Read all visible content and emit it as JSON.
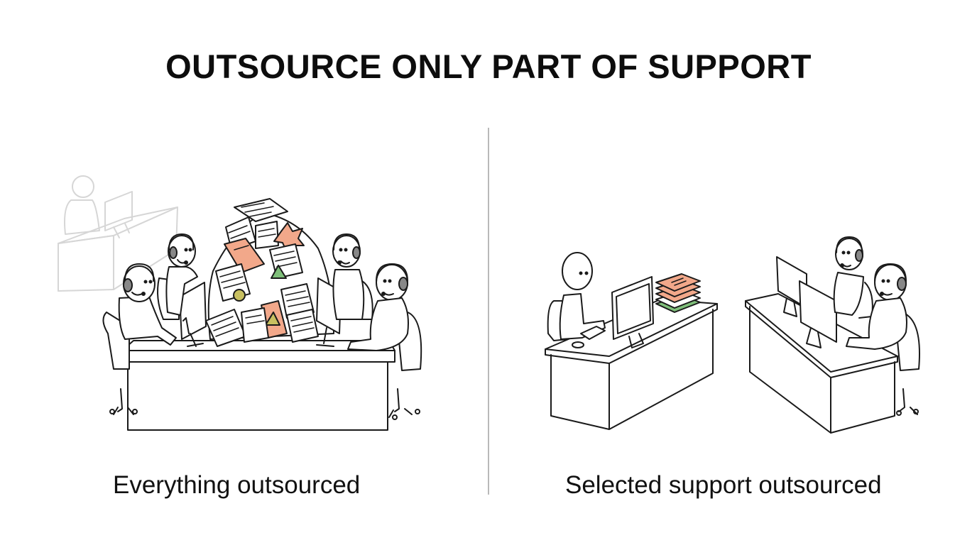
{
  "title": "OUTSOURCE ONLY PART OF SUPPORT",
  "panels": [
    {
      "caption": "Everything outsourced"
    },
    {
      "caption": "Selected support outsourced"
    }
  ],
  "colors": {
    "ink": "#1a1a1a",
    "faded": "#d6d6d6",
    "paper_accent": "#f2a88a",
    "green_accent": "#7fbf7a",
    "olive_accent": "#c8c060",
    "divider": "#b9b9b9"
  }
}
